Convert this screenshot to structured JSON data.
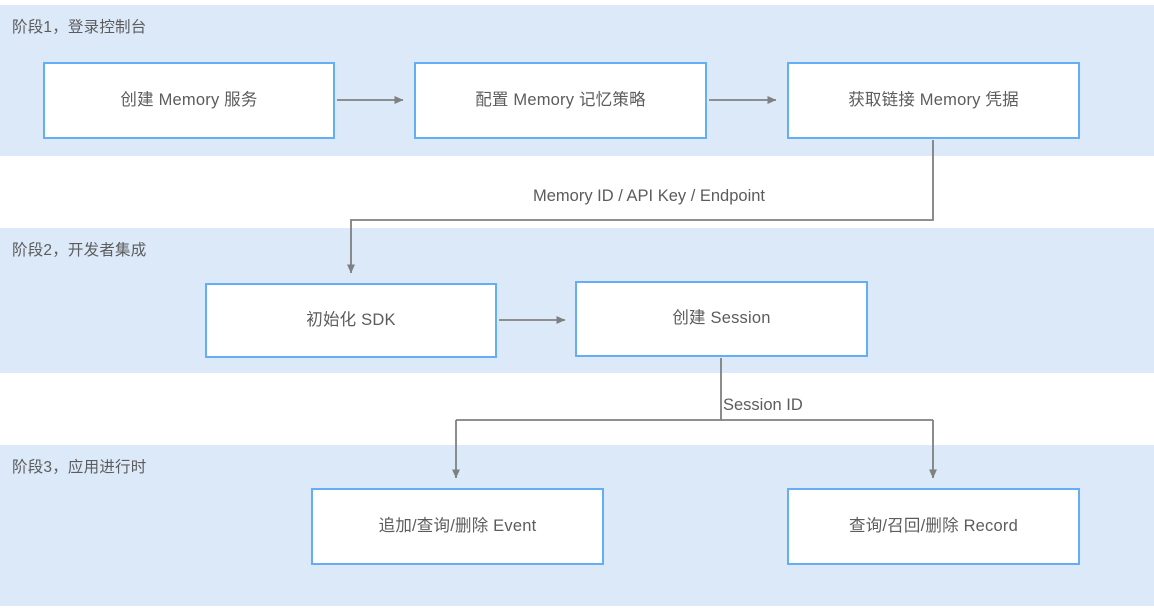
{
  "diagram": {
    "title_present": false,
    "colors": {
      "band_background": "#dce9f9",
      "node_border": "#63aef5",
      "node_background": "#ffffff",
      "text": "#5c5c5c",
      "connector": "#808080",
      "page_background": "#ffffff"
    },
    "bands": [
      {
        "id": "band-1",
        "label": "阶段1，登录控制台"
      },
      {
        "id": "band-2",
        "label": "阶段2，开发者集成"
      },
      {
        "id": "band-3",
        "label": "阶段3，应用进行时"
      }
    ],
    "nodes": [
      {
        "id": "node-create-memory",
        "label": "创建 Memory 服务",
        "band": "band-1"
      },
      {
        "id": "node-config-policy",
        "label": "配置 Memory 记忆策略",
        "band": "band-1"
      },
      {
        "id": "node-get-credentials",
        "label": "获取链接 Memory 凭据",
        "band": "band-1"
      },
      {
        "id": "node-init-sdk",
        "label": "初始化 SDK",
        "band": "band-2"
      },
      {
        "id": "node-create-session",
        "label": "创建 Session",
        "band": "band-2"
      },
      {
        "id": "node-event-ops",
        "label": "追加/查询/删除 Event",
        "band": "band-3"
      },
      {
        "id": "node-record-ops",
        "label": "查询/召回/删除 Record",
        "band": "band-3"
      }
    ],
    "edges": [
      {
        "id": "edge-create-to-config",
        "from": "node-create-memory",
        "to": "node-config-policy",
        "label": ""
      },
      {
        "id": "edge-config-to-credentials",
        "from": "node-config-policy",
        "to": "node-get-credentials",
        "label": ""
      },
      {
        "id": "edge-credentials-to-sdk",
        "from": "node-get-credentials",
        "to": "node-init-sdk",
        "label": "Memory ID / API Key / Endpoint"
      },
      {
        "id": "edge-sdk-to-session",
        "from": "node-init-sdk",
        "to": "node-create-session",
        "label": ""
      },
      {
        "id": "edge-session-to-event",
        "from": "node-create-session",
        "to": "node-event-ops",
        "label": "Session ID"
      },
      {
        "id": "edge-session-to-record",
        "from": "node-create-session",
        "to": "node-record-ops",
        "label": "Session ID"
      }
    ]
  }
}
